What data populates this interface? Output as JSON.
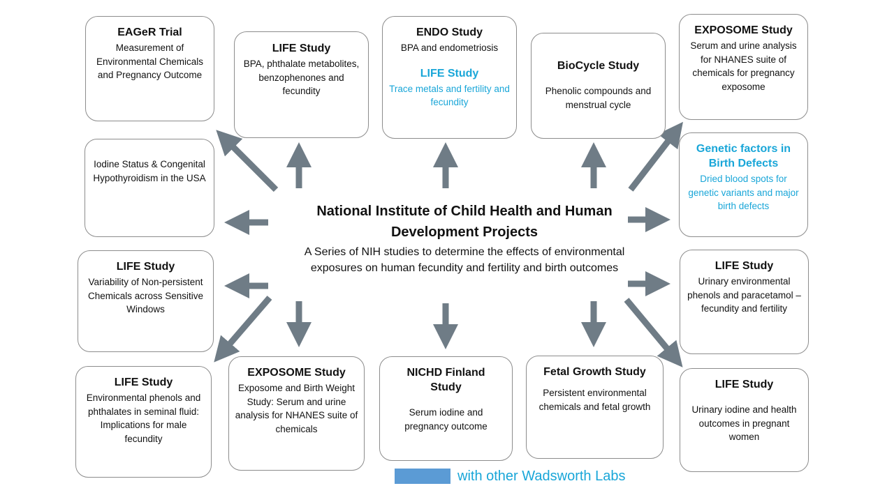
{
  "boxes": {
    "eager": {
      "title": "EAGeR Trial",
      "body": "Measurement of Environmental Chemicals and Pregnancy Outcome"
    },
    "life_bpa": {
      "title": "LIFE Study",
      "body": "BPA, phthalate metabolites, benzophenones and fecundity"
    },
    "endo": {
      "title": "ENDO Study",
      "body": "BPA and endometriosis",
      "sub_title": "LIFE Study",
      "sub_body": "Trace metals and fertility and fecundity"
    },
    "biocycle": {
      "title": "BioCycle Study",
      "body": "Phenolic compounds and menstrual cycle"
    },
    "exposome_top": {
      "title": "EXPOSOME Study",
      "body": "Serum and urine analysis for NHANES suite of chemicals for pregnancy exposome"
    },
    "iodine": {
      "body": "Iodine Status & Congenital Hypothyroidism in the USA"
    },
    "genetic": {
      "title": "Genetic factors in Birth Defects",
      "body": "Dried blood spots for genetic variants and major birth defects"
    },
    "life_variability": {
      "title": "LIFE Study",
      "body": "Variability of Non-persistent Chemicals across Sensitive Windows"
    },
    "life_urinary_phenols": {
      "title": "LIFE Study",
      "body": "Urinary environmental phenols and paracetamol – fecundity and fertility"
    },
    "life_seminal": {
      "title": "LIFE Study",
      "body": "Environmental phenols and phthalates in seminal fluid: Implications for male fecundity"
    },
    "exposome_bottom": {
      "title": "EXPOSOME Study",
      "body": "Exposome and Birth Weight Study: Serum and urine analysis for NHANES suite of chemicals"
    },
    "finland": {
      "title": "NICHD Finland Study",
      "body": "Serum iodine and pregnancy outcome"
    },
    "fetal": {
      "title": "Fetal Growth Study",
      "body": "Persistent environmental chemicals and fetal growth"
    },
    "life_iodine": {
      "title": "LIFE Study",
      "body": "Urinary iodine and health outcomes in pregnant women"
    }
  },
  "center": {
    "title": "National Institute of Child Health and Human Development Projects",
    "subtitle": "A Series of NIH studies to determine the effects of environmental exposures on human fecundity and fertility and birth outcomes"
  },
  "legend": {
    "label": "with other Wadsworth Labs",
    "color": "#5b9bd5"
  },
  "colors": {
    "arrow": "#6f7c86",
    "highlight_text": "#19a6d8",
    "box_border": "#8c8c8c"
  }
}
